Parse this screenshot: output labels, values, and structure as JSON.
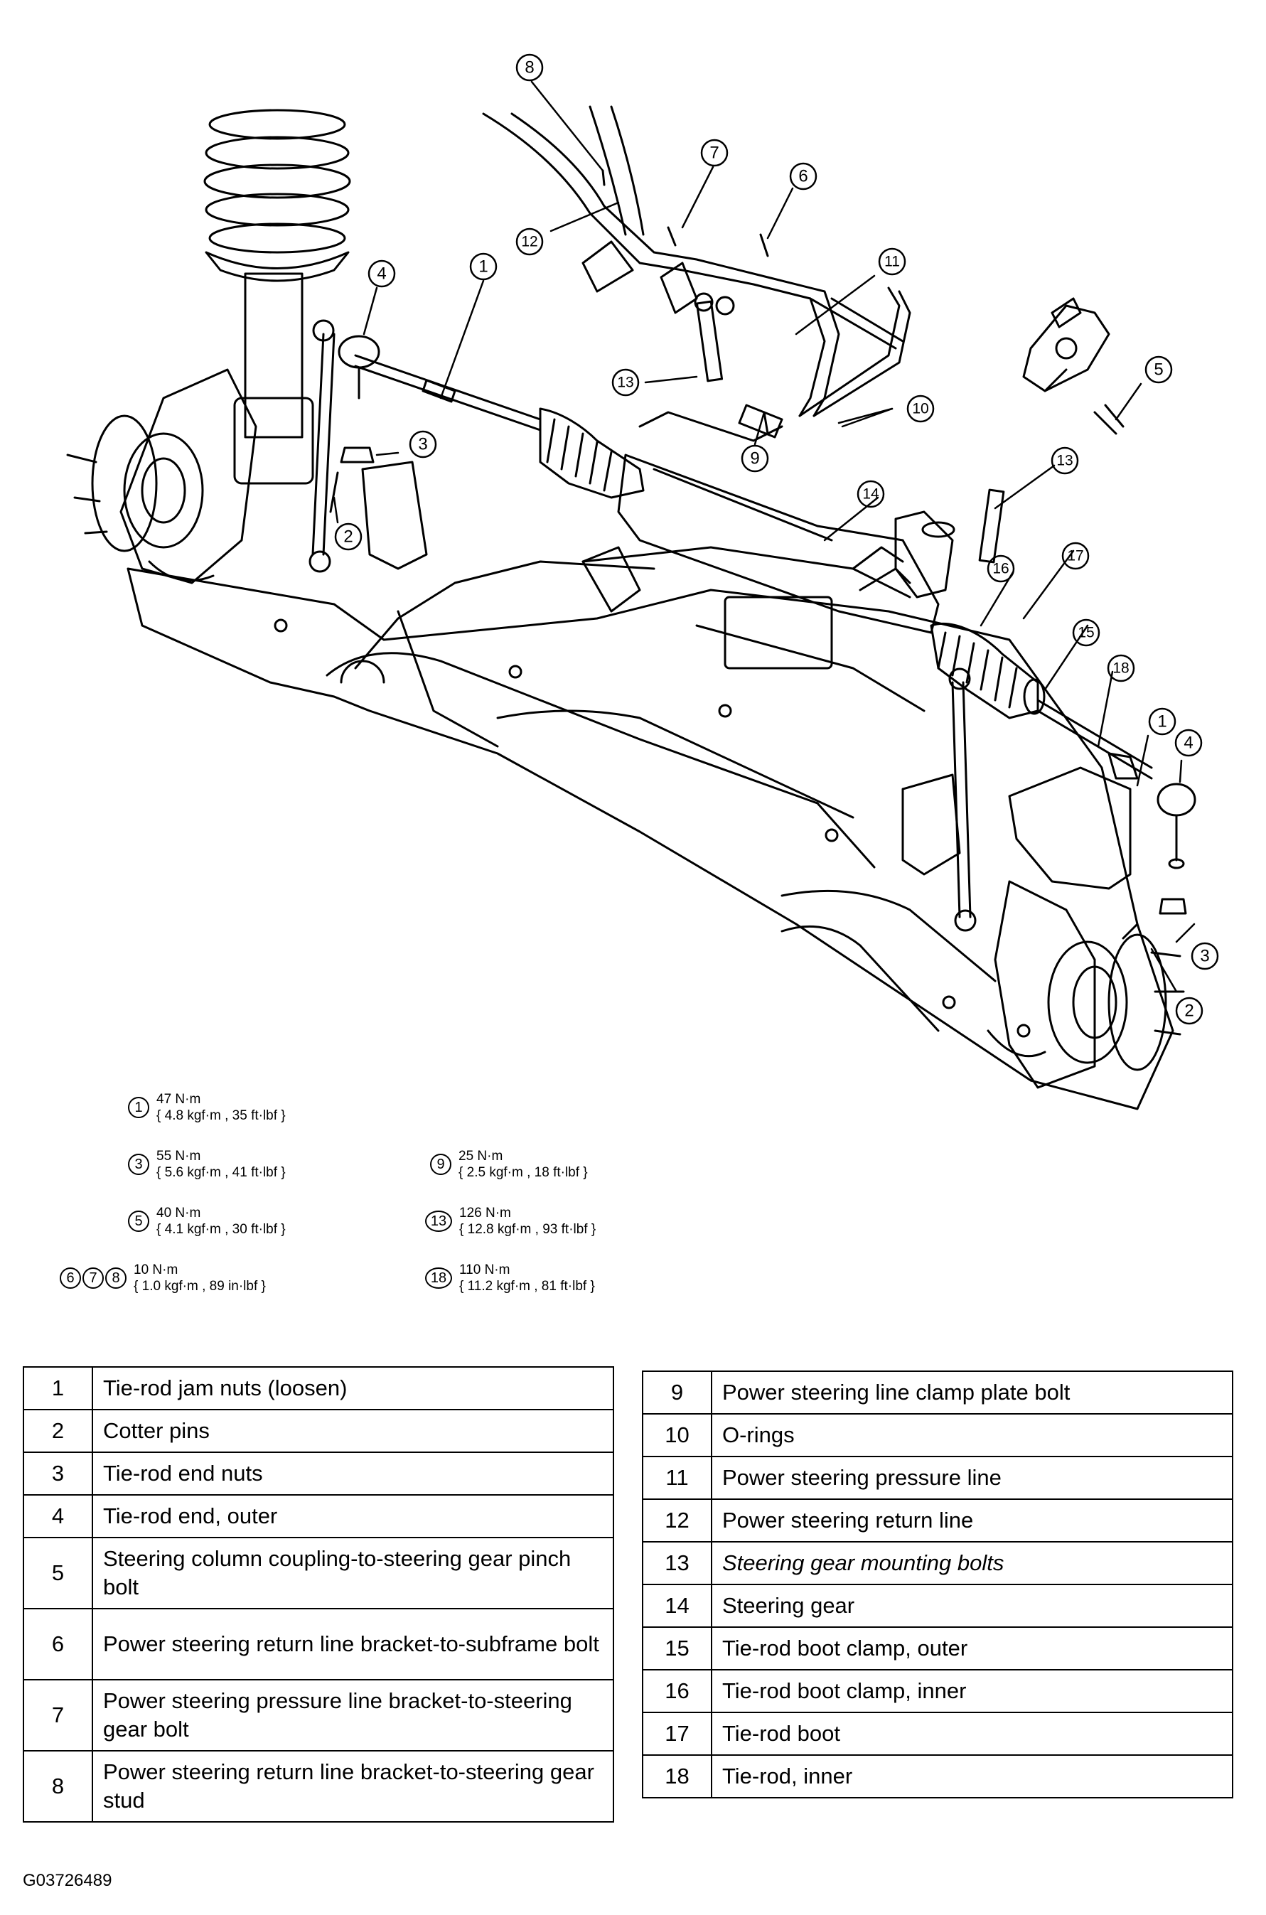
{
  "callouts": [
    "1",
    "2",
    "3",
    "4",
    "5",
    "6",
    "7",
    "8",
    "9",
    "10",
    "11",
    "12",
    "13",
    "14",
    "15",
    "16",
    "17",
    "18"
  ],
  "torque_specs": [
    {
      "ids": [
        "1"
      ],
      "nm": "47 N·m",
      "detail": "{ 4.8 kgf·m , 35 ft·lbf }"
    },
    {
      "ids": [
        "3"
      ],
      "nm": "55 N·m",
      "detail": "{ 5.6 kgf·m , 41 ft·lbf }"
    },
    {
      "ids": [
        "5"
      ],
      "nm": "40 N·m",
      "detail": "{ 4.1 kgf·m , 30 ft·lbf }"
    },
    {
      "ids": [
        "6",
        "7",
        "8"
      ],
      "nm": "10 N·m",
      "detail": "{ 1.0 kgf·m , 89 in·lbf }"
    },
    {
      "ids": [
        "9"
      ],
      "nm": "25 N·m",
      "detail": "{ 2.5 kgf·m , 18 ft·lbf }"
    },
    {
      "ids": [
        "13"
      ],
      "nm": "126 N·m",
      "detail": "{ 12.8 kgf·m , 93 ft·lbf }"
    },
    {
      "ids": [
        "18"
      ],
      "nm": "110 N·m",
      "detail": "{ 11.2 kgf·m , 81 ft·lbf }"
    }
  ],
  "legend_left": [
    {
      "num": "1",
      "desc": "Tie-rod jam nuts (loosen)"
    },
    {
      "num": "2",
      "desc": "Cotter pins"
    },
    {
      "num": "3",
      "desc": "Tie-rod end nuts"
    },
    {
      "num": "4",
      "desc": "Tie-rod end, outer"
    },
    {
      "num": "5",
      "desc": "Steering column coupling-to-steering gear pinch bolt"
    },
    {
      "num": "6",
      "desc": "Power steering return line bracket-to-subframe bolt"
    },
    {
      "num": "7",
      "desc": "Power steering pressure line bracket-to-steering gear bolt"
    },
    {
      "num": "8",
      "desc": "Power steering return line bracket-to-steering gear stud"
    }
  ],
  "legend_right": [
    {
      "num": "9",
      "desc": "Power steering line clamp plate bolt"
    },
    {
      "num": "10",
      "desc": "O-rings"
    },
    {
      "num": "11",
      "desc": "Power steering pressure line"
    },
    {
      "num": "12",
      "desc": "Power steering return line"
    },
    {
      "num": "13",
      "desc": "Steering gear mounting bolts"
    },
    {
      "num": "14",
      "desc": "Steering gear"
    },
    {
      "num": "15",
      "desc": "Tie-rod boot clamp, outer"
    },
    {
      "num": "16",
      "desc": "Tie-rod boot clamp, inner"
    },
    {
      "num": "17",
      "desc": "Tie-rod boot"
    },
    {
      "num": "18",
      "desc": "Tie-rod, inner"
    }
  ],
  "figure_code": "G03726489",
  "colors": {
    "line": "#000000",
    "background": "#ffffff"
  }
}
